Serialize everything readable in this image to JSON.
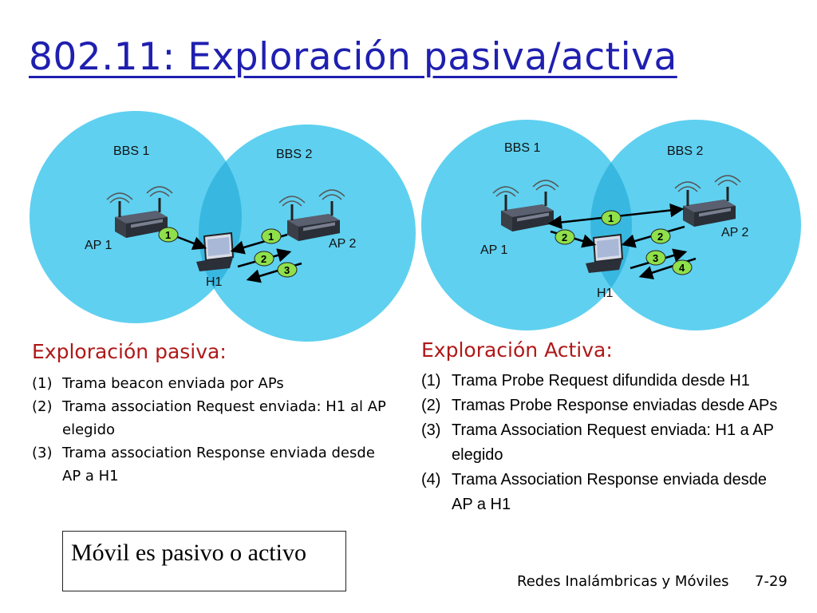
{
  "title": "802.11: Exploración pasiva/activa",
  "passive_diagram": {
    "bss_left": "BBS 1",
    "bss_right": "BBS 2",
    "ap_left": "AP 1",
    "ap_right": "AP 2",
    "host": "H1",
    "badges": [
      "1",
      "1",
      "2",
      "3"
    ]
  },
  "active_diagram": {
    "bss_left": "BBS 1",
    "bss_right": "BBS 2",
    "ap_left": "AP 1",
    "ap_right": "AP 2",
    "host": "H1",
    "badges": [
      "1",
      "2",
      "2",
      "3",
      "4"
    ]
  },
  "passive": {
    "title": "Exploración pasiva:",
    "items": [
      {
        "num": "(1)",
        "text": "Trama beacon enviada por APs"
      },
      {
        "num": "(2)",
        "text": "Trama association Request enviada: H1 al AP elegido"
      },
      {
        "num": "(3)",
        "text": "Trama association Response enviada desde AP a H1"
      }
    ]
  },
  "active": {
    "title": "Exploración Activa:",
    "items": [
      {
        "num": "(1)",
        "text": "Trama Probe Request difundida desde H1"
      },
      {
        "num": "(2)",
        "text": "Tramas Probe Response enviadas desde APs"
      },
      {
        "num": "(3)",
        "text": "Trama Association Request enviada: H1 a AP elegido"
      },
      {
        "num": "(4)",
        "text": "Trama Association Response enviada desde AP a H1"
      }
    ]
  },
  "box_text": "Móvil es pasivo o activo",
  "footer": {
    "course": "Redes Inalámbricas y Móviles",
    "page": "7-29"
  },
  "colors": {
    "title": "#1f1fb0",
    "section_title": "#b01818",
    "bss_fill": "#5fd0f0",
    "overlap_fill": "#38b8e0",
    "badge_fill": "#8fe04a"
  }
}
